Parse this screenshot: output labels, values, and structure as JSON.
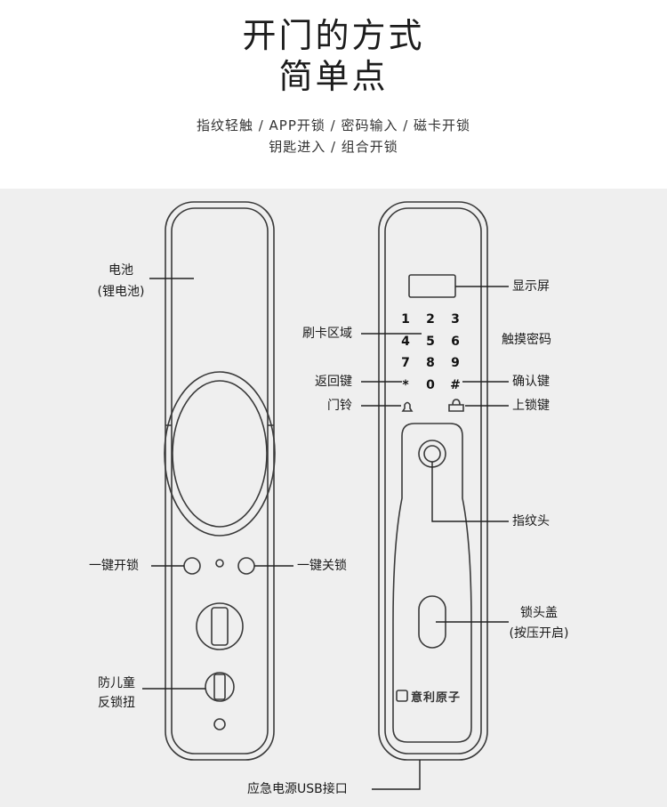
{
  "header": {
    "title_line1": "开门的方式",
    "title_line2": "简单点",
    "methods_line1": "指纹轻触 / APP开锁 / 密码输入 / 磁卡开锁",
    "methods_line2": "钥匙进入 / 组合开锁"
  },
  "labels": {
    "battery": "电池",
    "battery_type": "(锂电池)",
    "one_key_unlock": "一键开锁",
    "one_key_lock": "一键关锁",
    "child_lock_1": "防儿童",
    "child_lock_2": "反锁扭",
    "display": "显示屏",
    "card_area": "刷卡区域",
    "touch_password": "触摸密码",
    "back_key": "返回键",
    "doorbell": "门铃",
    "confirm_key": "确认键",
    "lock_key": "上锁键",
    "fingerprint": "指纹头",
    "lock_cover": "锁头盖",
    "lock_cover_note": "(按压开启)",
    "usb": "应急电源USB接口"
  },
  "keypad": [
    "1",
    "2",
    "3",
    "4",
    "5",
    "6",
    "7",
    "8",
    "9",
    "*",
    "0",
    "#"
  ],
  "brand": "意利原子",
  "colors": {
    "panel": "#efefef",
    "outline": "#3a3a3a"
  }
}
